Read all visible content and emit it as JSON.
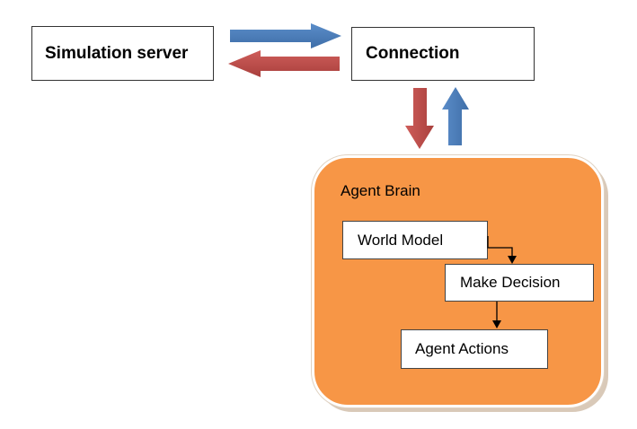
{
  "nodes": {
    "simulation_server": "Simulation server",
    "connection": "Connection",
    "agent_brain": "Agent Brain",
    "world_model": "World Model",
    "make_decision": "Make Decision",
    "agent_actions": "Agent Actions"
  },
  "colors": {
    "blue_arrow": "#4f81bd",
    "red_arrow": "#c0504d",
    "brain_fill": "#f79646"
  }
}
